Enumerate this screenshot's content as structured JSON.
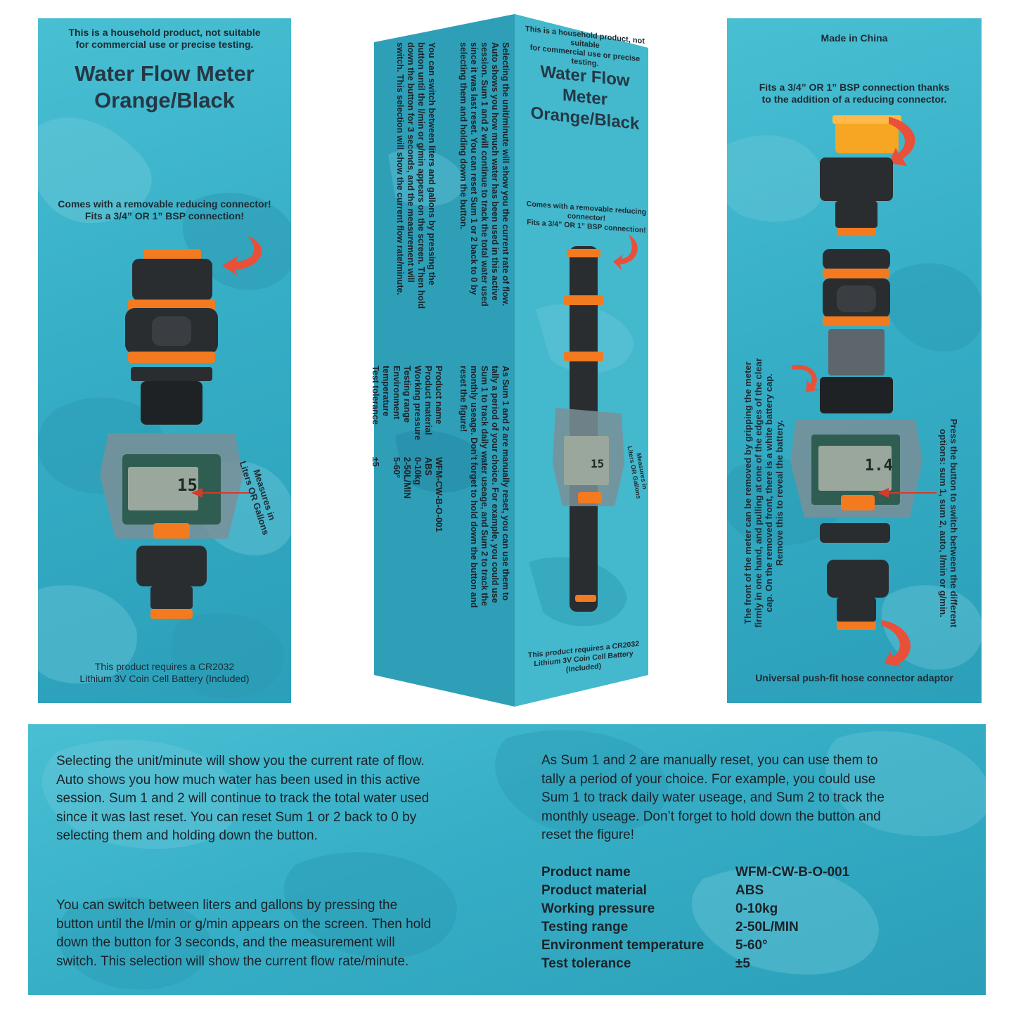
{
  "left_panel": {
    "disclaimer": [
      "This is a household product, not suitable",
      "for commercial use or precise testing."
    ],
    "title": [
      "Water Flow Meter",
      "Orange/Black"
    ],
    "connector_note": [
      "Comes with a removable reducing connector!",
      "Fits a 3/4” OR 1” BSP connection!"
    ],
    "measure_note": [
      "Measures in",
      "Liters OR Gallons"
    ],
    "display_value": "15",
    "battery_note": [
      "This product requires a CR2032",
      "Lithium 3V Coin Cell Battery (Included)"
    ]
  },
  "middle_box": {
    "disclaimer": [
      "This is a household product, not suitable",
      "for commercial use or precise testing."
    ],
    "title": [
      "Water Flow Meter",
      "Orange/Black"
    ],
    "connector_note": [
      "Comes with a removable reducing connector!",
      "Fits a 3/4” OR 1” BSP connection!"
    ],
    "measure_note": [
      "Measures in",
      "Liters OR Gallons"
    ],
    "display_value": "15",
    "battery_note": [
      "This product requires a CR2032",
      "Lithium 3V Coin Cell Battery (Included)"
    ]
  },
  "right_panel": {
    "origin": "Made in China",
    "fits_note": [
      "Fits a 3/4” OR 1” BSP connection thanks",
      "to the addition of a reducing connector."
    ],
    "display_value": "1.4",
    "button_note": [
      "Press the button to switch between the different",
      "options: sum 1, sum 2, auto, l/min or g/min."
    ],
    "front_note": [
      "The front of the meter can be removed by gripping the meter",
      "firmly in one hand, and pulling at one of the edges of the clear",
      "cap. On the removed front, there is a white battery cap.",
      "Remove this to reveal the battery."
    ],
    "adaptor_note": "Universal push-fit hose connector adaptor"
  },
  "bottom_panel": {
    "para1": [
      "Selecting the unit/minute will show you the current rate of flow.",
      "Auto shows you how much water has been used in this active",
      "session. Sum 1 and 2 will continue to track the total water used",
      "since it was last reset. You can reset Sum 1 or 2 back to 0 by",
      "selecting them and holding down the button."
    ],
    "para2": [
      "You can switch between liters and gallons by pressing the",
      "button until the l/min or g/min appears on the screen. Then hold",
      "down the button for 3 seconds, and the measurement will",
      "switch. This selection will show the current flow rate/minute."
    ],
    "para3": [
      "As Sum 1 and 2 are manually reset, you can use them to",
      "tally a period of your choice. For example, you could use",
      "Sum 1 to track daily water useage, and Sum 2 to track the",
      "monthly useage. Don’t forget to hold down the button and",
      "reset the figure!"
    ],
    "specs": [
      {
        "label": "Product name",
        "value": "WFM-CW-B-O-001"
      },
      {
        "label": "Product material",
        "value": "ABS"
      },
      {
        "label": "Working pressure",
        "value": "0-10kg"
      },
      {
        "label": "Testing range",
        "value": "2-50L/MIN"
      },
      {
        "label": "Environment temperature",
        "value": "5-60°"
      },
      {
        "label": "Test tolerance",
        "value": "±5"
      }
    ]
  },
  "colors": {
    "box_blue": "#3bb3c9",
    "camo_light": "#6fc9d9",
    "camo_dark": "#2b98b2",
    "hose_orange": "#f47a20",
    "hose_black": "#2a2d30",
    "arrow_red": "#e8503a"
  }
}
